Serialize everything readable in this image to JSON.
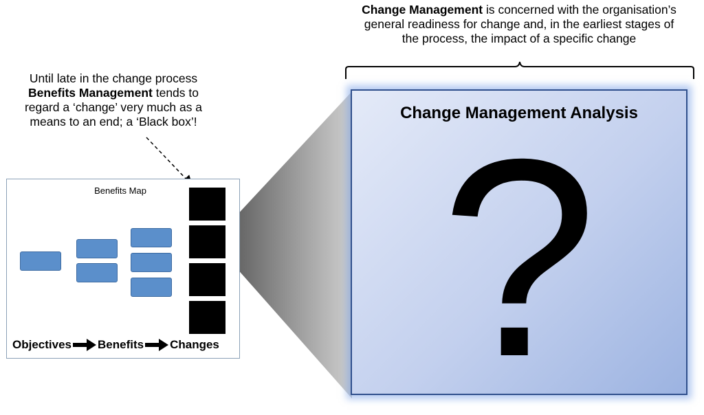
{
  "top_caption": {
    "bold": "Change Management",
    "line1_rest": " is concerned with the organisation’s",
    "line2": "general readiness for change and,  in the earliest stages of",
    "line3": "the process, the impact of a specific change"
  },
  "left_caption": {
    "line1": "Until late in the change process",
    "bold": "Benefits Management",
    "line2_rest": " tends to",
    "line3": "regard  a ‘change’ very much as a",
    "line4": "means to an end; a ‘Black box’!"
  },
  "benefits_map": {
    "title": "Benefits Map",
    "flow": {
      "objectives": "Objectives",
      "benefits": "Benefits",
      "changes": "Changes"
    }
  },
  "analysis_panel": {
    "title": "Change Management Analysis",
    "symbol": "?"
  },
  "colors": {
    "map_box": "#5b8fcb",
    "panel_border": "#2f4f8c",
    "panel_glow": "#7aa0e6"
  }
}
